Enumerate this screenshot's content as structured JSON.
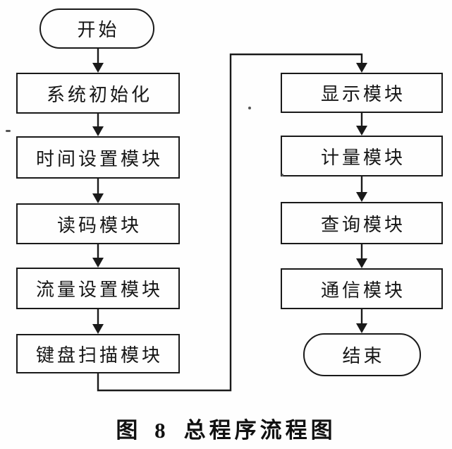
{
  "flowchart": {
    "start": {
      "label": "开始",
      "shape": "terminator"
    },
    "left_nodes": [
      {
        "label": "系统初始化"
      },
      {
        "label": "时间设置模块"
      },
      {
        "label": "读码模块"
      },
      {
        "label": "流量设置模块"
      },
      {
        "label": "键盘扫描模块"
      }
    ],
    "right_nodes": [
      {
        "label": "显示模块"
      },
      {
        "label": "计量模块"
      },
      {
        "label": "查询模块"
      },
      {
        "label": "通信模块"
      }
    ],
    "end": {
      "label": "结束",
      "shape": "terminator"
    },
    "edges": [
      "开始 → 系统初始化",
      "系统初始化 → 时间设置模块",
      "时间设置模块 → 读码模块",
      "读码模块 → 流量设置模块",
      "流量设置模块 → 键盘扫描模块",
      "键盘扫描模块 → 显示模块",
      "显示模块 → 计量模块",
      "计量模块 → 查询模块",
      "查询模块 → 通信模块",
      "通信模块 → 结束"
    ],
    "colors": {
      "line": "#1a1a1a",
      "text": "#161616",
      "background": "#fefefe"
    }
  },
  "caption": {
    "figure_label": "图 8",
    "figure_title": "总程序流程图"
  }
}
